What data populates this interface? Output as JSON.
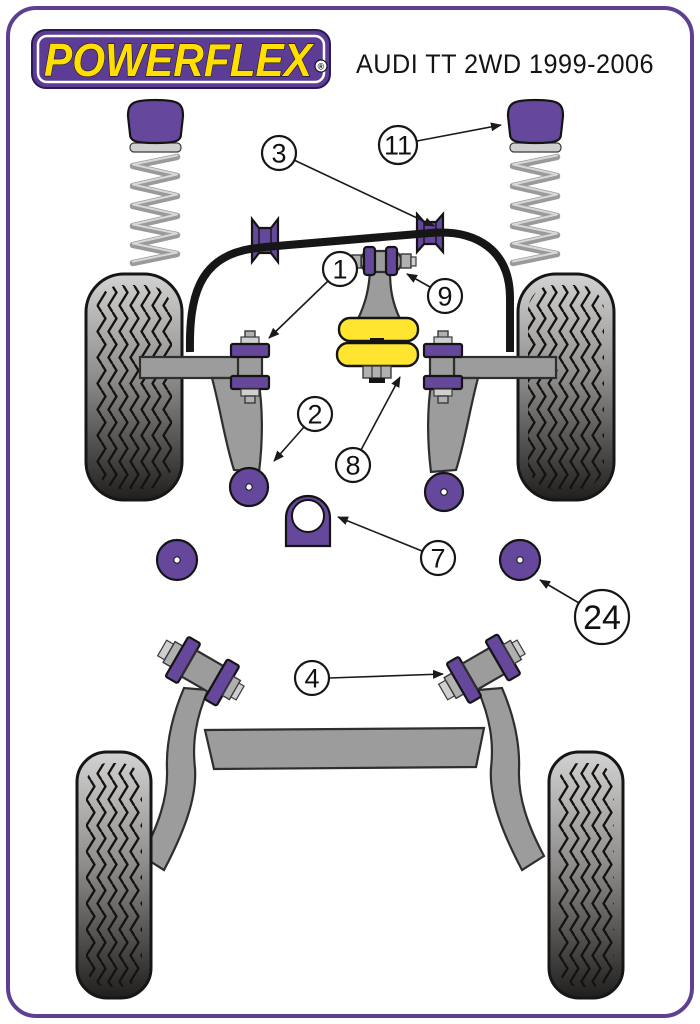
{
  "page": {
    "type": "suspension-parts-diagram",
    "background": "#ffffff",
    "border_color": "#5E4090"
  },
  "header": {
    "logo_text": "POWERFLEX",
    "registered_mark": "®",
    "title": "AUDI TT 2WD 1999-2006",
    "logo_bg": "#5D3C96",
    "logo_text_color": "#FFDE00"
  },
  "colors": {
    "bush_purple": "#65489B",
    "insert_yellow": "#FFE430",
    "metal_gray": "#9C9C9C",
    "bar_black": "#161616"
  },
  "callouts": {
    "c1": {
      "label": "1",
      "target": "front-wishbone-front-bush"
    },
    "c2": {
      "label": "2",
      "target": "front-wishbone-rear-bush"
    },
    "c3": {
      "label": "3",
      "target": "anti-roll-bar-bush"
    },
    "c4": {
      "label": "4",
      "target": "rear-beam-mounting-bush"
    },
    "c7": {
      "label": "7",
      "target": "steering-rack-mounting-bush"
    },
    "c8": {
      "label": "8",
      "target": "engine-mount-insert"
    },
    "c9": {
      "label": "9",
      "target": "dogbone-mount-small-bush"
    },
    "c11": {
      "label": "11",
      "target": "front-strut-top-mount-bush"
    },
    "c24": {
      "label": "24",
      "target": "lower-engine-mount-bush"
    }
  }
}
